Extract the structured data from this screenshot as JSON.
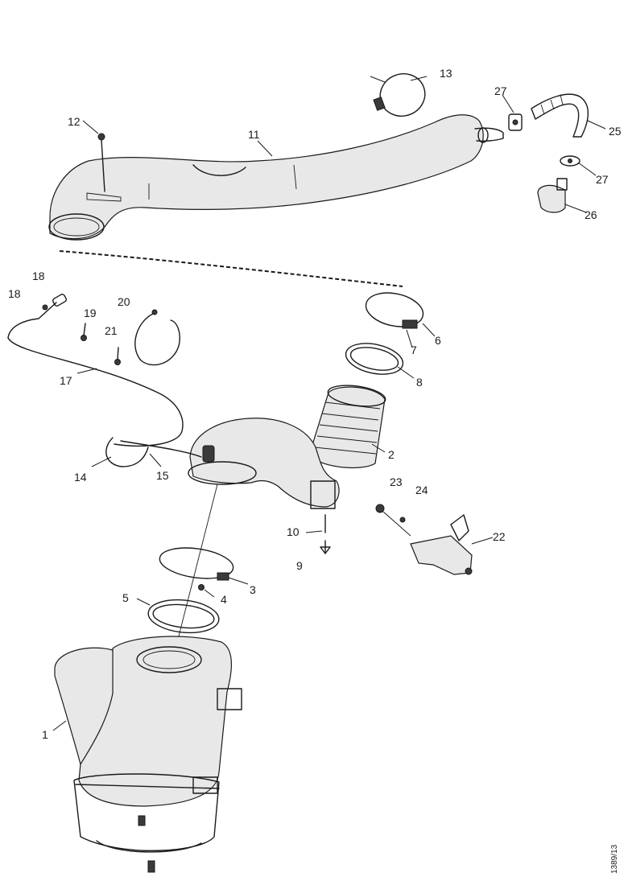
{
  "callouts": {
    "c1": "1",
    "c2": "2",
    "c3": "3",
    "c4": "4",
    "c5": "5",
    "c6": "6",
    "c7": "7",
    "c8": "8",
    "c9": "9",
    "c10": "10",
    "c11": "11",
    "c12": "12",
    "c13": "13",
    "c14": "14",
    "c15": "15",
    "c17": "17",
    "c18": "18",
    "c18b": "18",
    "c19": "19",
    "c20": "20",
    "c21": "21",
    "c22": "22",
    "c23": "23",
    "c24": "24",
    "c25": "25",
    "c26": "26",
    "c27a": "27",
    "c27b": "27"
  },
  "reference_code": "1389/13",
  "colors": {
    "line": "#1a1a1a",
    "background": "#ffffff",
    "fill": "#e8e8e8"
  }
}
